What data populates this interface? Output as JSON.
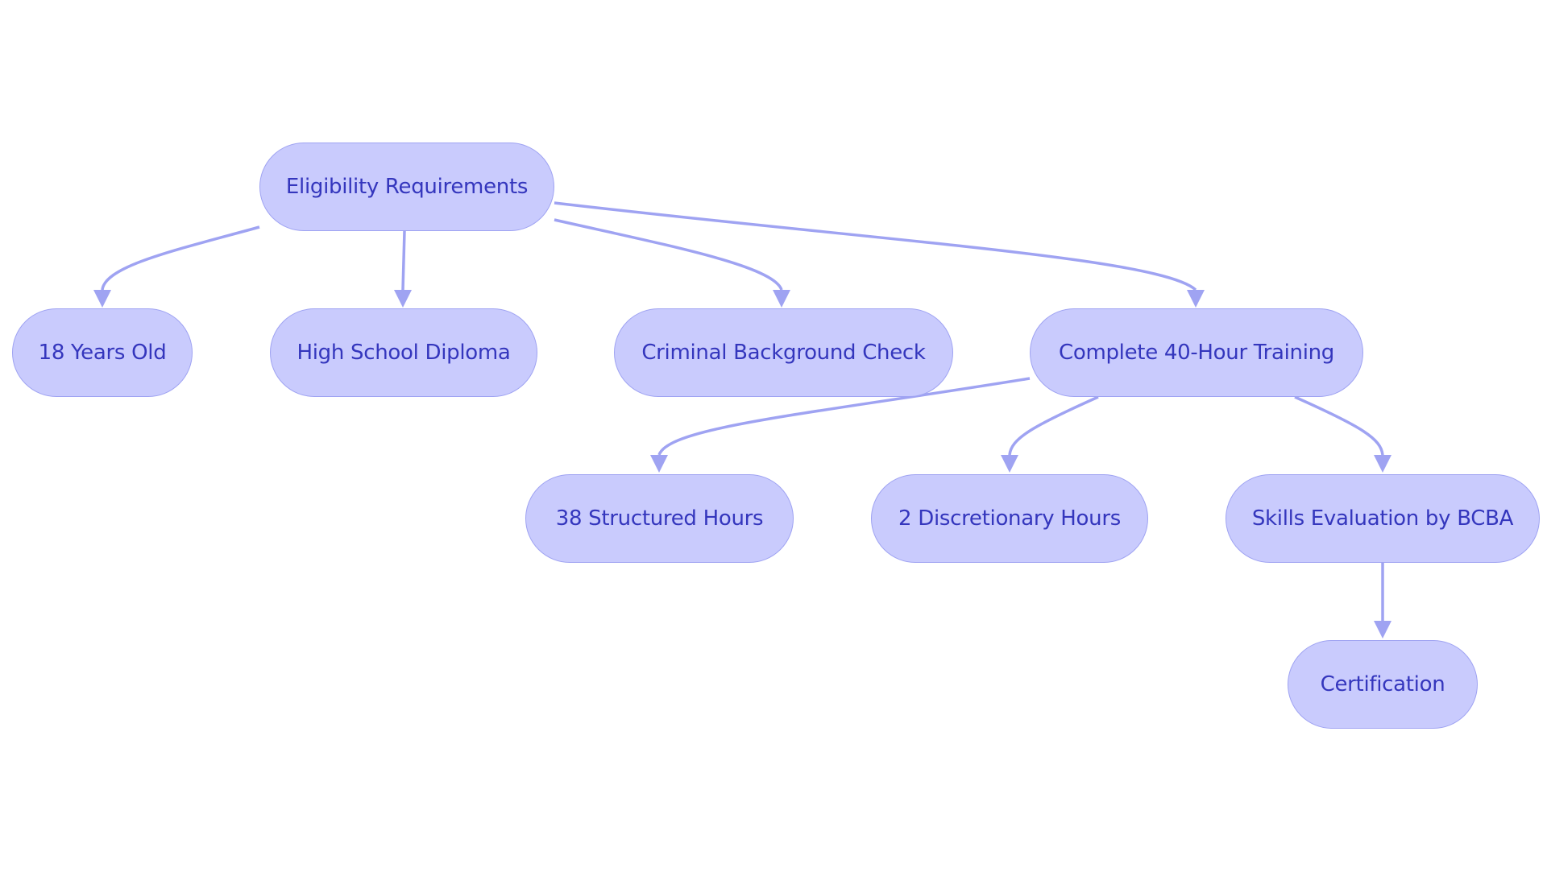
{
  "diagram": {
    "type": "flowchart",
    "colors": {
      "node_fill": "#c9cbfd",
      "node_border": "#9fa3f2",
      "node_text": "#3436bd",
      "edge": "#9fa3f2"
    },
    "nodes": [
      {
        "id": "eligibility",
        "label": "Eligibility Requirements"
      },
      {
        "id": "age",
        "label": "18 Years Old"
      },
      {
        "id": "diploma",
        "label": "High School Diploma"
      },
      {
        "id": "background",
        "label": "Criminal Background Check"
      },
      {
        "id": "training",
        "label": "Complete 40-Hour Training"
      },
      {
        "id": "structured",
        "label": "38 Structured Hours"
      },
      {
        "id": "discretionary",
        "label": "2 Discretionary Hours"
      },
      {
        "id": "evaluation",
        "label": "Skills Evaluation by BCBA"
      },
      {
        "id": "certification",
        "label": "Certification"
      }
    ],
    "edges": [
      {
        "from": "eligibility",
        "to": "age"
      },
      {
        "from": "eligibility",
        "to": "diploma"
      },
      {
        "from": "eligibility",
        "to": "background"
      },
      {
        "from": "eligibility",
        "to": "training"
      },
      {
        "from": "training",
        "to": "structured"
      },
      {
        "from": "training",
        "to": "discretionary"
      },
      {
        "from": "training",
        "to": "evaluation"
      },
      {
        "from": "evaluation",
        "to": "certification"
      }
    ]
  }
}
